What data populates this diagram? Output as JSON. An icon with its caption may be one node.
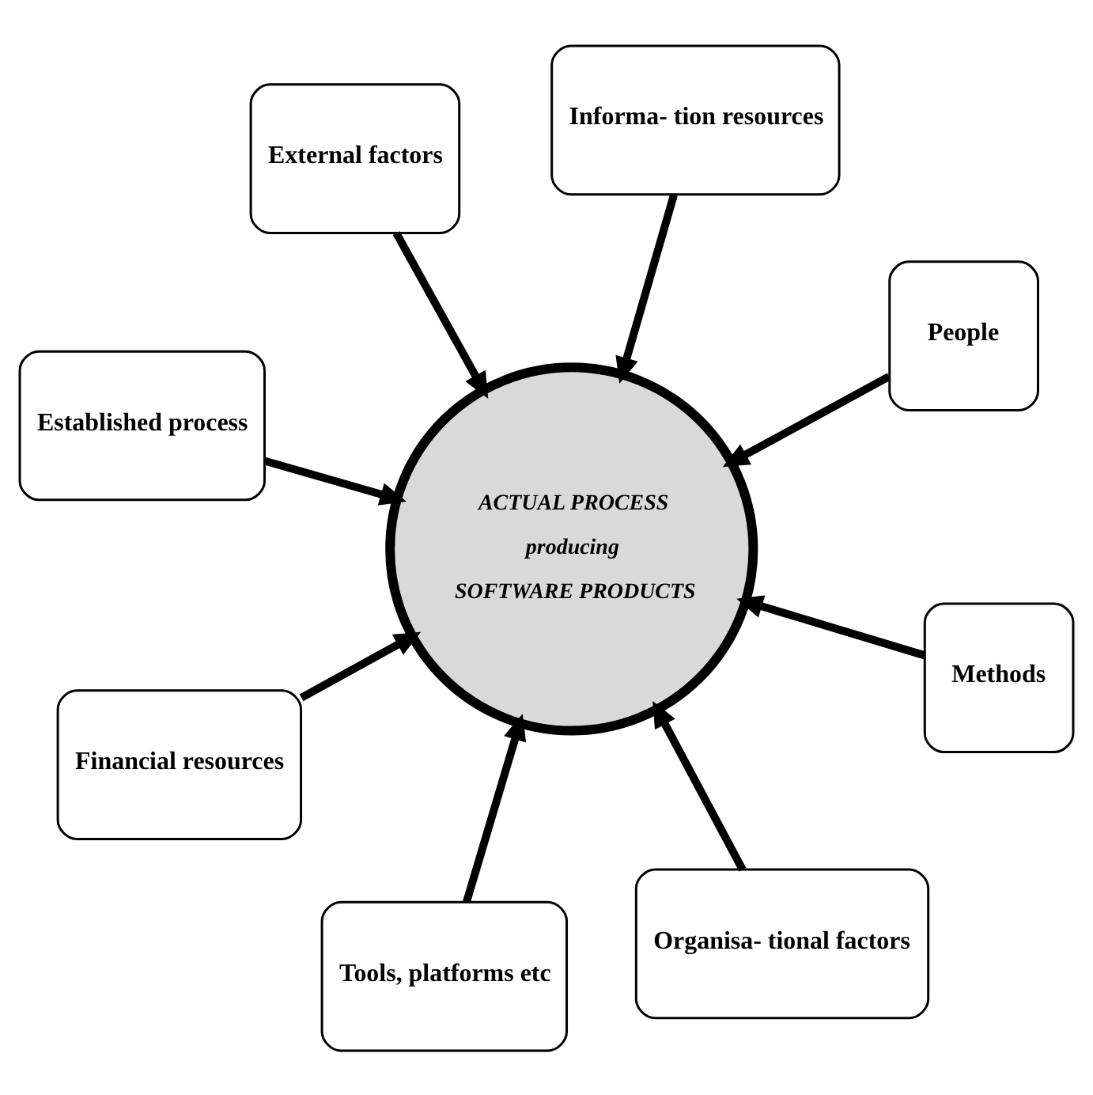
{
  "diagram": {
    "nodes": [
      {
        "text": [
          "Established process"
        ]
      },
      {
        "text": [
          "People"
        ]
      },
      {
        "text": [
          "Organisa- tional factors"
        ]
      },
      {
        "text": [
          "Informa- tion resources"
        ]
      },
      {
        "text": [
          "ACTUAL PROCESS",
          "producing",
          "SOFTWARE PRODUCTS"
        ]
      },
      {
        "text": [
          "External factors"
        ]
      },
      {
        "text": [
          "Financial resources"
        ]
      },
      {
        "text": [
          "Methods"
        ]
      },
      {
        "text": [
          "Tools, platforms etc"
        ]
      }
    ],
    "edges": [
      {
        "from": 0,
        "to": 4,
        "arrow": "to"
      },
      {
        "from": 1,
        "to": 4,
        "arrow": "to"
      },
      {
        "from": 2,
        "to": 4,
        "arrow": "to"
      },
      {
        "from": 3,
        "to": 4,
        "arrow": "to"
      },
      {
        "from": 5,
        "to": 4,
        "arrow": "to"
      },
      {
        "from": 6,
        "to": 4,
        "arrow": "to"
      },
      {
        "from": 7,
        "to": 4,
        "arrow": "to"
      },
      {
        "from": 8,
        "to": 4,
        "arrow": "to"
      }
    ]
  }
}
